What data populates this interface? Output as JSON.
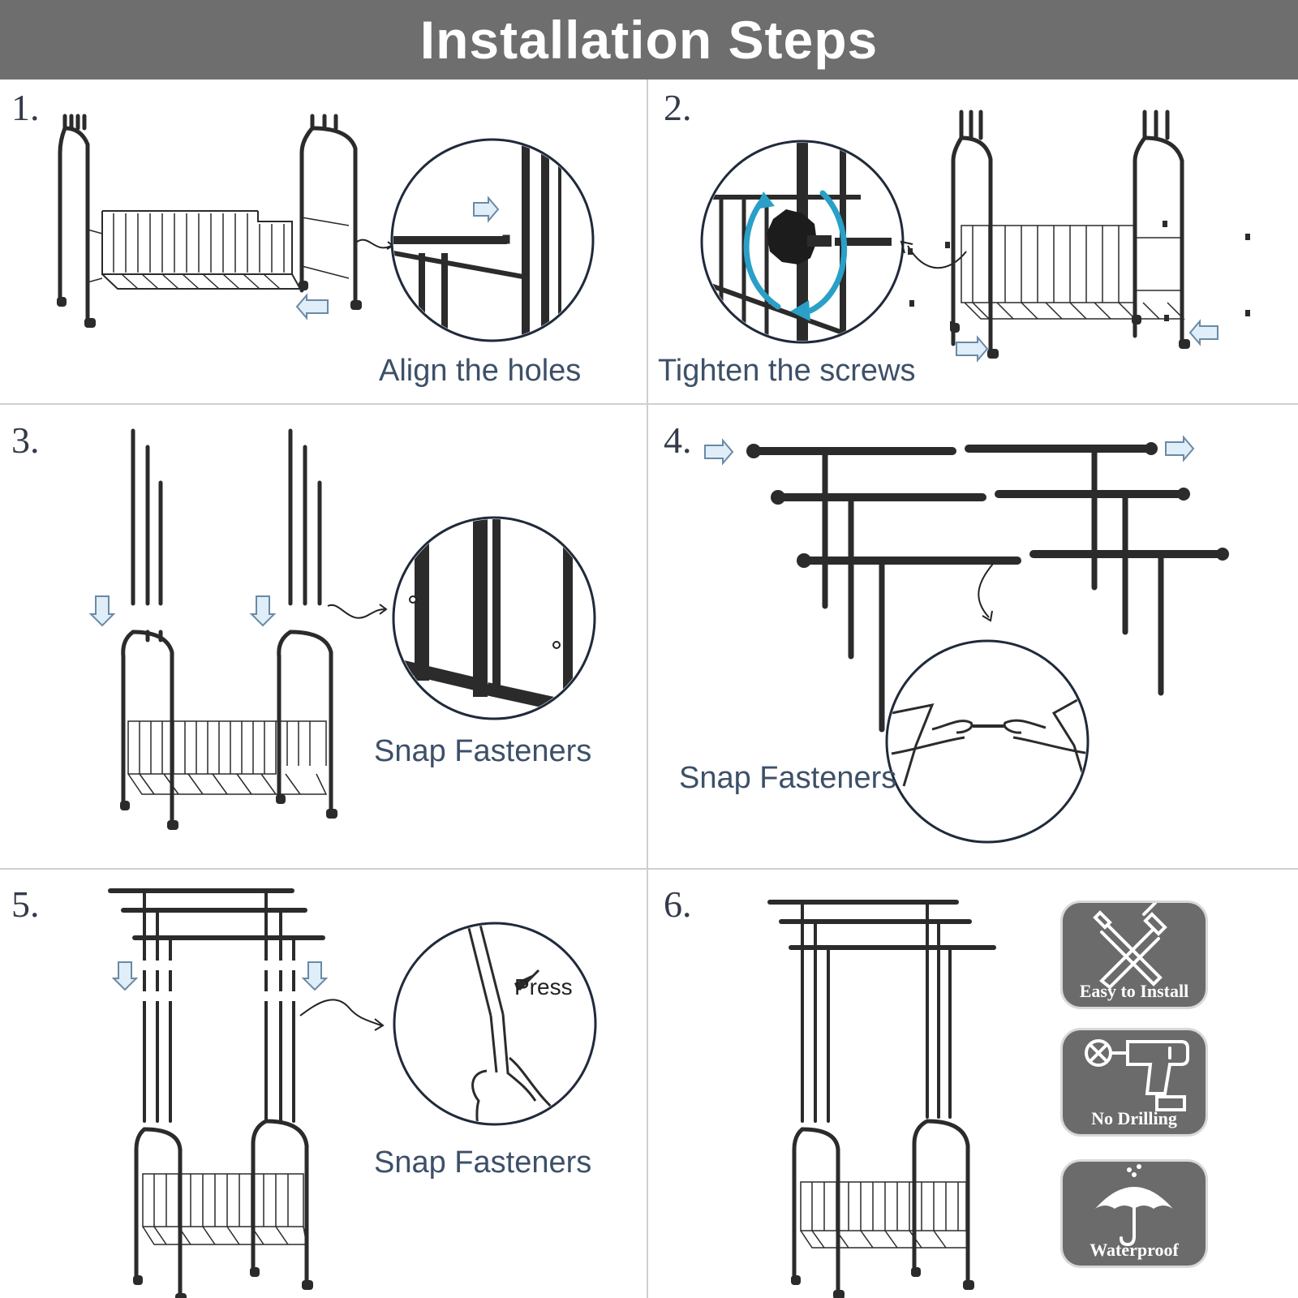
{
  "header": {
    "title": "Installation Steps"
  },
  "steps": [
    {
      "number": "1.",
      "caption": "Align the holes"
    },
    {
      "number": "2.",
      "caption": "Tighten the screws"
    },
    {
      "number": "3.",
      "caption": "Snap Fasteners"
    },
    {
      "number": "4.",
      "caption": "Snap Fasteners"
    },
    {
      "number": "5.",
      "caption": "Snap Fasteners",
      "callout": "Press"
    },
    {
      "number": "6."
    }
  ],
  "badges": [
    {
      "label": "Easy to Install",
      "icon": "tools-icon"
    },
    {
      "label": "No Drilling",
      "icon": "no-drill-icon"
    },
    {
      "label": "Waterproof",
      "icon": "umbrella-icon"
    }
  ],
  "colors": {
    "header_bg": "#6e6e6e",
    "frame": "#2b2b2b",
    "caption": "#3d5068",
    "arrow_fill": "#dfeef8",
    "arrow_stroke": "#6a8aa6",
    "rotate_accent": "#2aa0c8",
    "badge_bg": "#6b6b6b"
  }
}
